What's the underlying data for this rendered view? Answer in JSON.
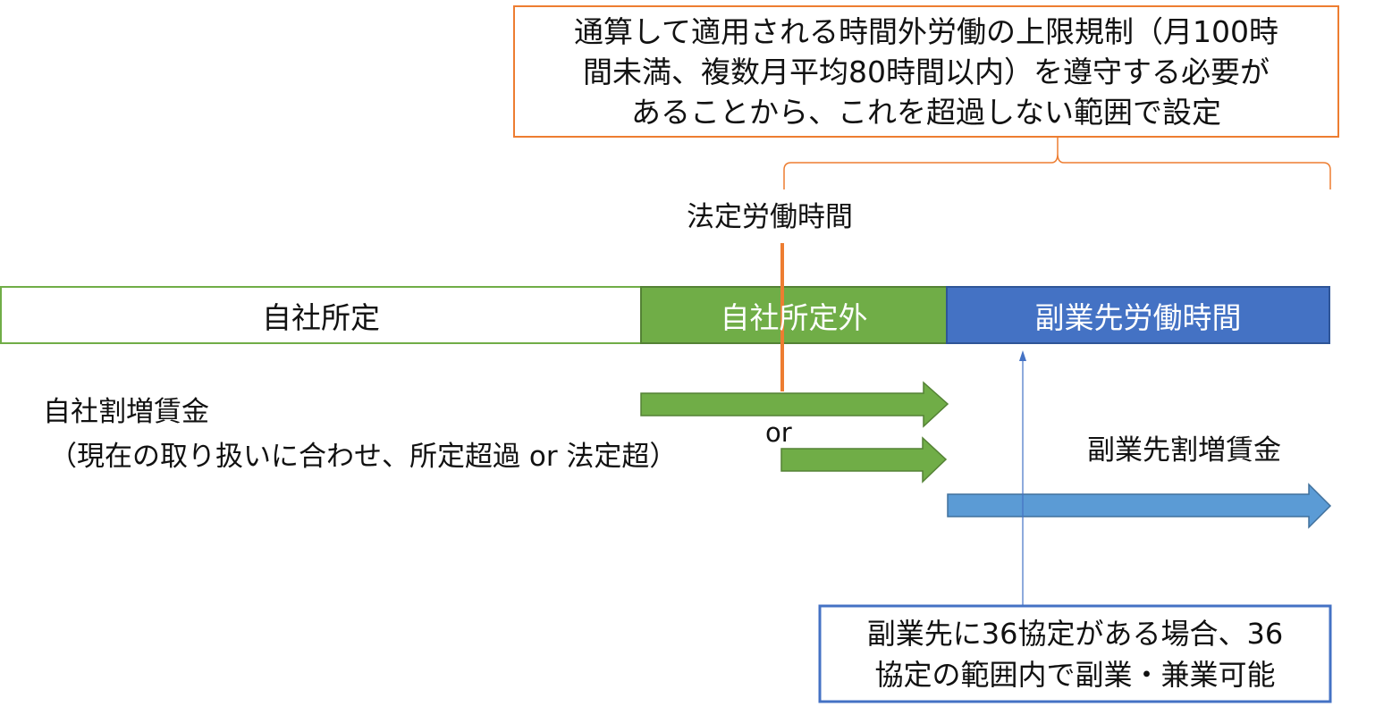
{
  "colors": {
    "orange": "#ED7D31",
    "green": "#70AD47",
    "green_border": "#548235",
    "blue_dark": "#4472C4",
    "blue_light": "#5B9BD5"
  },
  "top_note": {
    "lines": [
      "通算して適用される時間外労働の上限規制（月100時",
      "間未満、複数月平均80時間以内）を遵守する必要が",
      "あることから、これを超過しない範囲で設定"
    ]
  },
  "legal_hours_label": "法定労働時間",
  "bar": {
    "own_scheduled": "自社所定",
    "own_non_scheduled": "自社所定外",
    "side_job_hours": "副業先労働時間"
  },
  "own_premium": {
    "title": "自社割増賃金",
    "note": "（現在の取り扱いに合わせ、所定超過 or 法定超）",
    "or_label": "or"
  },
  "side_premium_label": "副業先割増賃金",
  "bottom_note": {
    "lines": [
      "副業先に36協定がある場合、36",
      "協定の範囲内で副業・兼業可能"
    ]
  }
}
